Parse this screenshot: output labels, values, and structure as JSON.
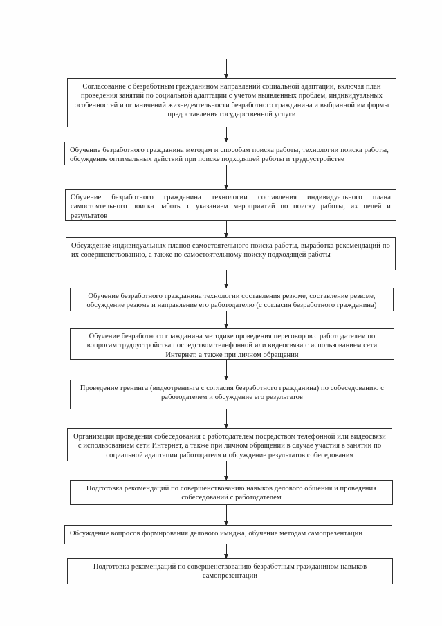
{
  "colors": {
    "paper": "#fefefe",
    "ink": "#1b1b1b",
    "box_border": "#2f2f2f",
    "arrow": "#262626"
  },
  "diagram": {
    "type": "flowchart",
    "direction": "top-down",
    "nodes": [
      {
        "id": 1,
        "text": "Согласование с безработным гражданином направлений социальной адаптации, включая план проведения занятий по социальной адаптации с учетом выявленных проблем, индивидуальных особенностей и ограничений жизнедеятельности безработного гражданина и выбранной им формы предоставления государственной услуги"
      },
      {
        "id": 2,
        "text": "Обучение безработного гражданина методам и способам поиска работы, технологии поиска работы, обсуждение оптимальных действий при поиске подходящей работы и трудоустройстве"
      },
      {
        "id": 3,
        "text": "Обучение безработного гражданина технологии составления индивидуального плана самостоятельного поиска работы с указанием мероприятий по поиску работы, их целей и результатов"
      },
      {
        "id": 4,
        "text": "Обсуждение индивидуальных планов самостоятельного поиска работы, выработка рекомендаций по их совершенствованию, а также по самостоятельному поиску подходящей работы"
      },
      {
        "id": 5,
        "text": "Обучение безработного гражданина технологии составления резюме, составление резюме, обсуждение резюме и направление его работодателю (с согласия безработного гражданина)"
      },
      {
        "id": 6,
        "text": "Обучение безработного гражданина методике проведения переговоров с работодателем по вопросам трудоустройства посредством телефонной или видеосвязи с использованием сети Интернет, а также при личном обращении"
      },
      {
        "id": 7,
        "text": "Проведение тренинга (видеотренинга с согласия безработного гражданина) по собеседованию с работодателем и обсуждение его результатов"
      },
      {
        "id": 8,
        "text": "Организация проведения собеседования с работодателем посредством телефонной или видеосвязи с использованием сети Интернет, а также при личном обращении в случае участия в занятии по социальной адаптации работодателя и обсуждение результатов собеседования"
      },
      {
        "id": 9,
        "text": "Подготовка рекомендаций по совершенствованию навыков делового общения и проведения собеседований с работодателем"
      },
      {
        "id": 10,
        "text": "Обсуждение вопросов формирования делового имиджа, обучение методам самопрезентации"
      },
      {
        "id": 11,
        "text": "Подготовка рекомендаций по совершенствованию безработным гражданином навыков самопрезентации"
      }
    ]
  }
}
